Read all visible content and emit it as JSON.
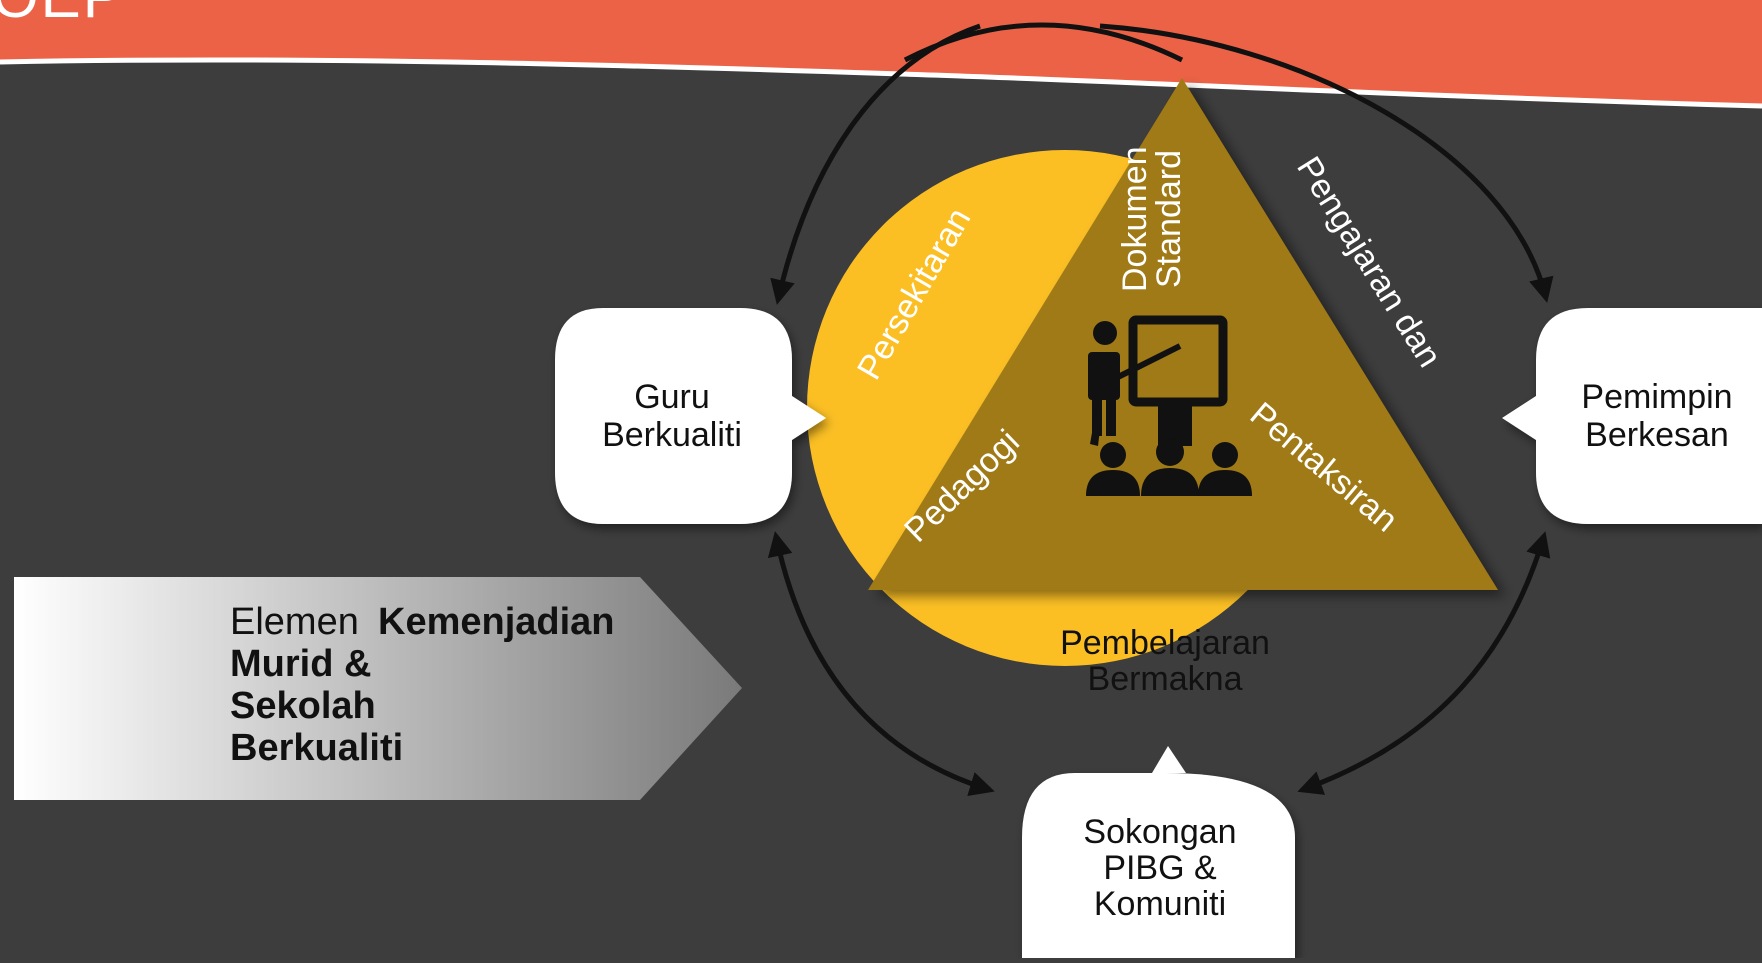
{
  "header": {
    "title_fragment": "OEP"
  },
  "colors": {
    "background": "#3d3d3d",
    "header": "#ec6246",
    "circle": "#fbbf24",
    "triangle": "#a07a18",
    "bubble": "#ffffff",
    "arrow": "#111111"
  },
  "icons": {
    "center": "teacher-classroom-icon"
  },
  "arrow_label": {
    "regular": "Elemen",
    "bold_line1": "Kemenjadian",
    "bold_line2": "Murid &",
    "bold_line3": "Sekolah",
    "bold_line4": "Berkualiti"
  },
  "triangle": {
    "top_line1": "Dokumen",
    "top_line2": "Standard",
    "left": "Pedagogi",
    "right": "Pentaksiran"
  },
  "ring": {
    "left": "Persekitaran",
    "right": "Pengajaran dan",
    "bottom_line1": "Pembelajaran",
    "bottom_line2": "Bermakna"
  },
  "bubbles": {
    "left_line1": "Guru",
    "left_line2": "Berkualiti",
    "right_line1": "Pemimpin",
    "right_line2": "Berkesan",
    "bottom_line1": "Sokongan",
    "bottom_line2": "PIBG &",
    "bottom_line3": "Komuniti"
  }
}
